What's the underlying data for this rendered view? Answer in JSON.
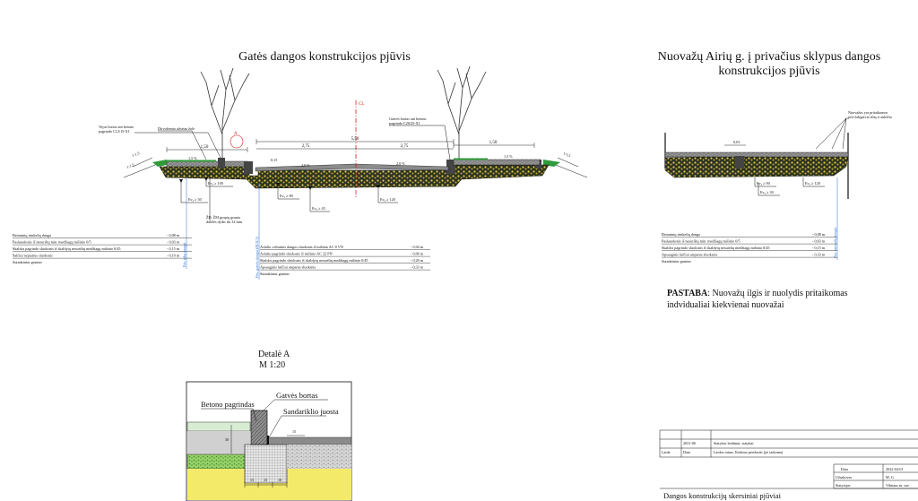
{
  "left_section": {
    "title": "Gatės dangos konstrukcijos pjūvis",
    "callouts": {
      "curb_left": [
        "Vejos bortas ant betono",
        "pagrindo C12/15-X1"
      ],
      "root_barrier": "Dirvožemio užsėtas žole",
      "curb_right": [
        "Gatvės bortas ant betono",
        "pagrindo C20/25-X1"
      ],
      "soil": [
        "ŽD, ŽM grupių grunta",
        "dalelės dydis iki 32 mm"
      ],
      "centerline": "CL",
      "detail_ref": "A",
      "slope_left": "1:1,5",
      "slope_left2": "1:1,5",
      "slope_right": "1:1,5"
    },
    "dimensions": {
      "sidewalk_left": "1,50",
      "carriage_total": "5,50",
      "lane_left": "2,75",
      "lane_right": "2,75",
      "sidewalk_right": "1,50",
      "offset": "0,15",
      "slope_walk_left": "1,5 %",
      "slope_lane_left": "2,0 %",
      "slope_lane_right": "2,0 %",
      "slope_walk_right": "1,5 %"
    },
    "ev_labels": {
      "ev_walk_a": "Ev₂ ≥ 100",
      "ev_walk_b": "Ev₂ ≥ 30",
      "ev_road_a": "Ev₂ ≥ 80",
      "ev_road_b": "Ev₂ ≥ 45",
      "ev_road_c": "Ev₂ ≥ 120"
    },
    "vertical_labels": {
      "left": "Pės. takų dangai",
      "right": "Pės. gatvės dangai (IK3L1)"
    },
    "sidewalk_layers": [
      {
        "name": "Betoninių trinkelių danga",
        "value": "- 0,08 m"
      },
      {
        "name": "Paslauoksnis iš nesurištų min. medžiagų mišinio 0/5",
        "value": "- 0,03 m"
      },
      {
        "name": "Skaldos pagrindo sluoksnis iš skaldytų nesurištų medžiagų mišinio 0/45",
        "value": "- 0,15 m"
      },
      {
        "name": "Šalčiui nejautrus sluoksnis",
        "value": "- 0,19 m"
      },
      {
        "name": "Sutankintas gruntas",
        "value": ""
      }
    ],
    "road_layers": [
      {
        "name": "Asfalto viršutinis dangos sluoksnis iš mišinio AC 8 VN",
        "value": "- 0,04 m"
      },
      {
        "name": "Asfalto pagrindo sluoksnis iš mišinio AC 22 PN",
        "value": "- 0,06 m"
      },
      {
        "name": "Skaldos pagrindo sluoksnis iš skaldytų nesurištų medžiagų mišinio 0/45",
        "value": "- 0,20 m"
      },
      {
        "name": "Apsauginis šalčiui atsparus sluoksnis",
        "value": "- 0,33 m"
      },
      {
        "name": "Sutankintas gruntas",
        "value": ""
      }
    ]
  },
  "right_section": {
    "title_line1": "Nuovažų Airių g. į privačius sklypus dangos",
    "title_line2": "konstrukcijos pjūvis",
    "callout": [
      "Nuovažos yra pritaikomos",
      "prie šaligatvio ribų ir aukščio"
    ],
    "dimension": "0,03",
    "ev_labels": {
      "a": "Ev₂ ≥ 90",
      "b": "Ev₂ ≥ 30",
      "c": "Ev₂ ≥ 120"
    },
    "vertical_label": "Pės. nuovažų dangai",
    "layers": [
      {
        "name": "Betoninių trinkelių danga",
        "value": "- 0,08 m"
      },
      {
        "name": "Paslauoksnis iš nesurištų min. medžiagų mišinio 0/5",
        "value": "- 0,03 m"
      },
      {
        "name": "Skaldos pagrindo sluoksnis iš skaldytų nesurištų medžiagų mišinio 0/45",
        "value": "- 0,15 m"
      },
      {
        "name": "Apsauginis šalčiui atsparus sluoksnis",
        "value": "- 0,33 m"
      },
      {
        "name": "Sutankintas gruntas",
        "value": ""
      }
    ]
  },
  "note": {
    "label": "PASTABA",
    "text_line1": ": Nuovažų ilgis ir nuolydis pritaikomas",
    "text_line2": "indvidualiai kiekvienai nuovažai"
  },
  "detail": {
    "title": "Detalė A",
    "scale": "M 1:20",
    "labels": {
      "base": "Betono pagrindas",
      "curb": "Gatvės bortas",
      "sealant": "Sandariklio juosta"
    },
    "dims": {
      "height": "30",
      "right": "15",
      "b1": "15",
      "b2": "15",
      "b3": "10"
    }
  },
  "title_block": {
    "revision_date": "2021-06",
    "revision_text": "Statybos leidimui, statybai",
    "col_laida": "Laida",
    "col_data": "Data",
    "col_desc": "Laidos ratsas. Keitimo priežastis (jei taikoma)",
    "row_data_label": "Data",
    "row_data_value": "2022-04-01",
    "row_client_label": "Užsakovas",
    "row_client_value": "M. G",
    "row_builder_label": "Statytojas",
    "row_builder_value": "Vilniaus m. sav.",
    "drawing_title": "Dangos konstrukcijų skersiniai pjūviai"
  },
  "colors": {
    "layer_yellow": "#e6c84a",
    "layer_dark": "#2b3420",
    "grass": "#2f9a3a",
    "sand": "#f4ea6a",
    "asphalt": "#8b8b8b",
    "gravel": "#c9c9c9",
    "light_green": "#d8ecd4",
    "centerline": "#d21b1b",
    "blue_text": "#2a6fd6"
  }
}
